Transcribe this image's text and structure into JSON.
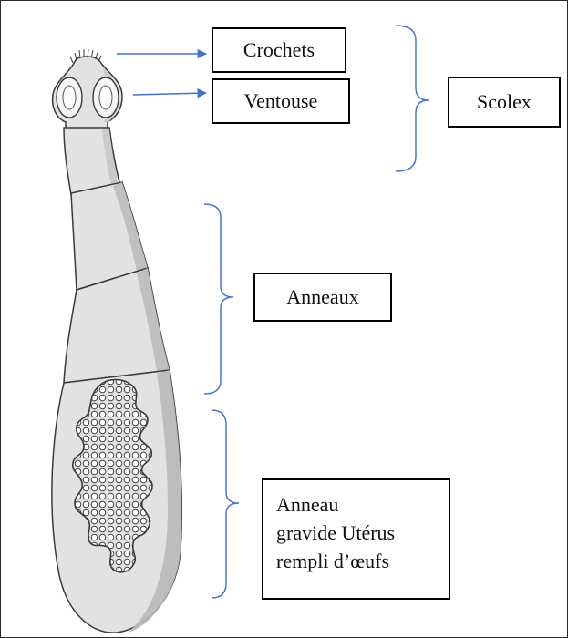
{
  "labels": {
    "crochets": "Crochets",
    "ventouse": "Ventouse",
    "scolex": "Scolex",
    "anneaux": "Anneaux",
    "anneau_gravide": [
      "Anneau",
      "gravide Utérus",
      "rempli d’œufs"
    ]
  },
  "colors": {
    "arrow": "#4472c4",
    "bracket": "#4a76c9",
    "border": "#000000",
    "worm_fill": "#e2e2e2",
    "worm_shade": "#b9b9b9",
    "worm_outline": "#3a3a3a"
  }
}
